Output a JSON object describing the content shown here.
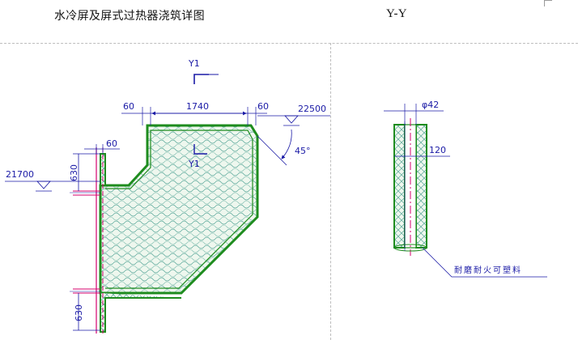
{
  "caption": {
    "left_title": "水冷屏及屏式过热器浇筑详图",
    "right_title": "Y-Y"
  },
  "labels": {
    "section_mark_top": "Y1",
    "section_mark_mid": "Y1",
    "dim_60_a": "60",
    "dim_1740": "1740",
    "dim_60_b": "60",
    "elev_22500": "22500",
    "angle_45": "45°",
    "dim_60_c": "60",
    "elev_21700": "21700",
    "dim_630_a": "630",
    "dim_630_b": "630",
    "phi_42": "φ42",
    "dim_120": "120",
    "material_note": "耐磨耐火可塑料"
  },
  "colors": {
    "outline": "#1e8c1e",
    "dimension": "#1a1aa6",
    "pipe": "#d4006e",
    "hatch": "#4a9c8c",
    "fill": "#e6f3e6"
  }
}
